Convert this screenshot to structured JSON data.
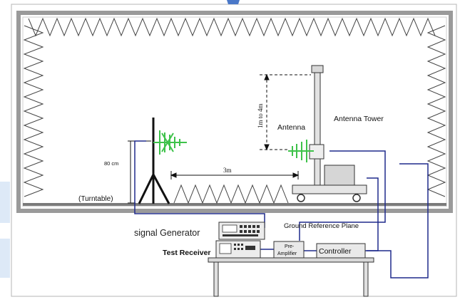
{
  "labels": {
    "distance_height": "80 cm",
    "distance_horizontal": "3m",
    "tower_range": "1m to 4m",
    "antenna": "Antenna",
    "antenna_tower": "Antenna Tower",
    "turntable": "(Turntable)",
    "signal_generator": "signal Generator",
    "ground_plane": "Ground  Reference Plane",
    "test_receiver": "Test Receiver",
    "preamp_line1": "Pre-",
    "preamp_line2": "Amplifier",
    "controller": "Controller"
  },
  "colors": {
    "cable": "#1f2a8c",
    "wall_line": "#444444",
    "frame": "#9a9a9a",
    "antenna_green": "#3ec24a",
    "equipment_fill": "#e9e9e9",
    "left_accent": "#dde9f7"
  }
}
